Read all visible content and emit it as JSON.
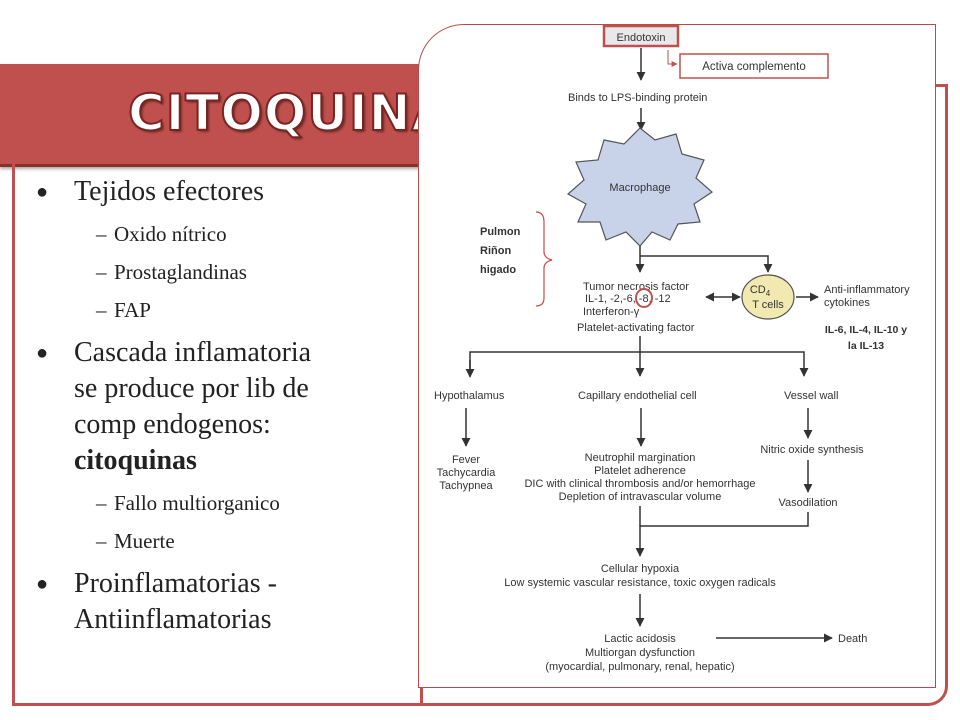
{
  "slide": {
    "title": "CITOQUINAS",
    "accent_color": "#c0504d"
  },
  "bullets": {
    "b1": "Tejidos efectores",
    "b1_subs": [
      "Oxido nítrico",
      "Prostaglandinas",
      "FAP"
    ],
    "b2_lines": [
      "Cascada inflamatoria",
      "se produce por lib de",
      "comp endogenos:"
    ],
    "b2_bold": "citoquinas",
    "b2_subs": [
      "Fallo multiorganico",
      "Muerte"
    ],
    "b3_lines": [
      "Proinflamatorias -",
      "Antiinflamatorias"
    ]
  },
  "diagram": {
    "endotoxin": "Endotoxin",
    "activa_complemento": "Activa complemento",
    "binds": "Binds to LPS-binding protein",
    "macrophage": "Macrophage",
    "organs": [
      "Pulmon",
      "Riñon",
      "higado"
    ],
    "tnf": "Tumor necrosis factor",
    "il_before": "IL-1, -2,",
    "il_circled": "-6",
    "il_after": ", -8, -12",
    "interferon": "Interferon-γ",
    "paf": "Platelet-activating factor",
    "cd4_main": "CD",
    "cd4_sub": "4",
    "tcells": "T cells",
    "anti1": "Anti-inflammatory",
    "anti2": "cytokines",
    "il_note1": "IL-6, IL-4, IL-10 y",
    "il_note2": "la IL-13",
    "hypothalamus": "Hypothalamus",
    "capillary": "Capillary endothelial cell",
    "vessel": "Vessel wall",
    "fever": "Fever",
    "tachycardia": "Tachycardia",
    "tachypnea": "Tachypnea",
    "neutrophil": "Neutrophil margination",
    "platelet": "Platelet adherence",
    "dic": "DIC with clinical thrombosis and/or hemorrhage",
    "depletion": "Depletion of intravascular volume",
    "nitric": "Nitric oxide synthesis",
    "vasodilation": "Vasodilation",
    "hypoxia": "Cellular hypoxia",
    "lowsys": "Low systemic vascular resistance, toxic oxygen radicals",
    "lactic": "Lactic acidosis",
    "death": "Death",
    "multiorgan": "Multiorgan dysfunction",
    "organ_list": "(myocardial, pulmonary, renal, hepatic)"
  }
}
